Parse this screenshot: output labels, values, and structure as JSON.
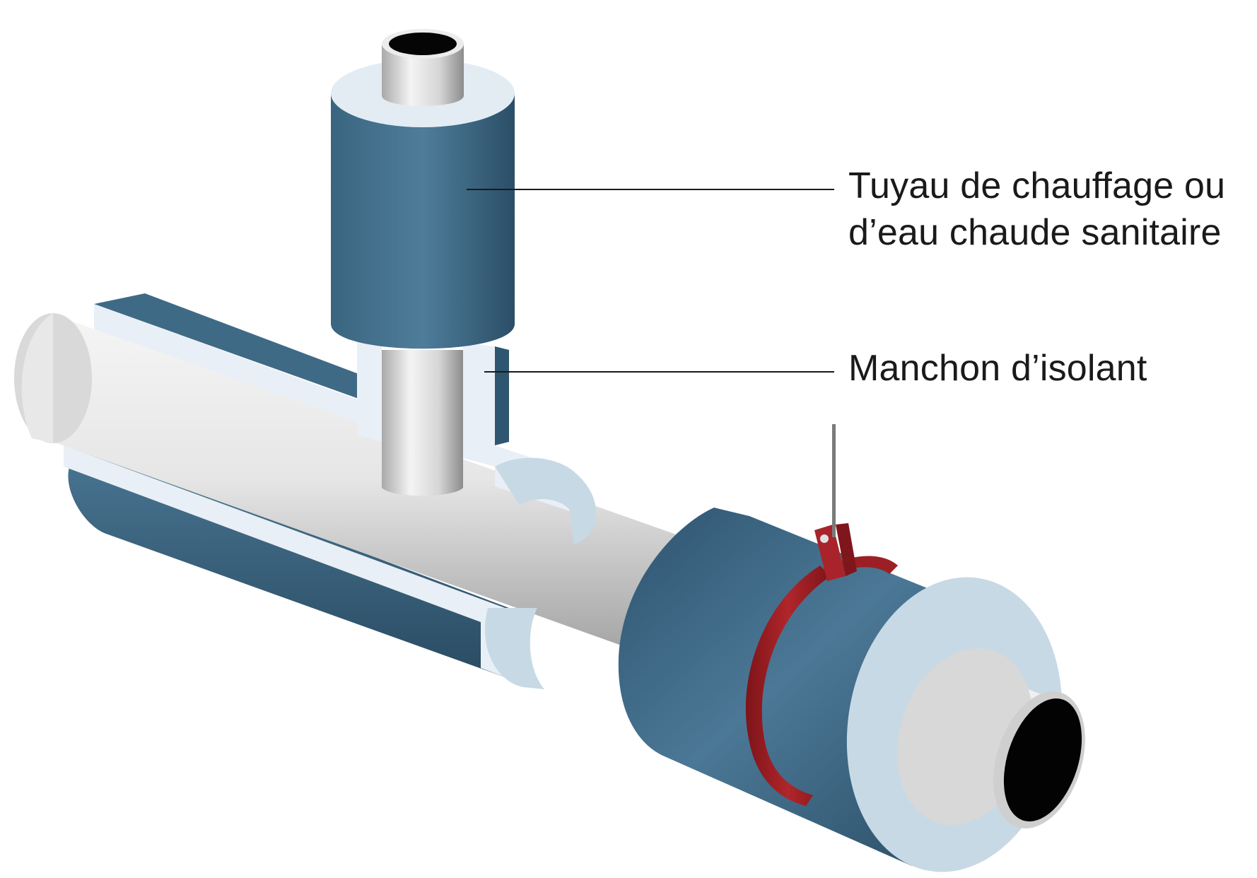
{
  "labels": {
    "pipe": {
      "line1": "Tuyau de chauffage ou",
      "line2": "d’eau chaude sanitaire"
    },
    "sleeve": "Manchon d’isolant"
  },
  "colors": {
    "insulation_blue": "#46728f",
    "insulation_blue_dark": "#2a4d66",
    "insulation_cut_face": "#e9eff6",
    "insulation_end_face": "#c7d9e5",
    "pipe_metal_light": "#f2f2f2",
    "pipe_metal_dark": "#8f8f8f",
    "clamp_red": "#9c1f24",
    "leader_line": "#1a1a1a"
  }
}
